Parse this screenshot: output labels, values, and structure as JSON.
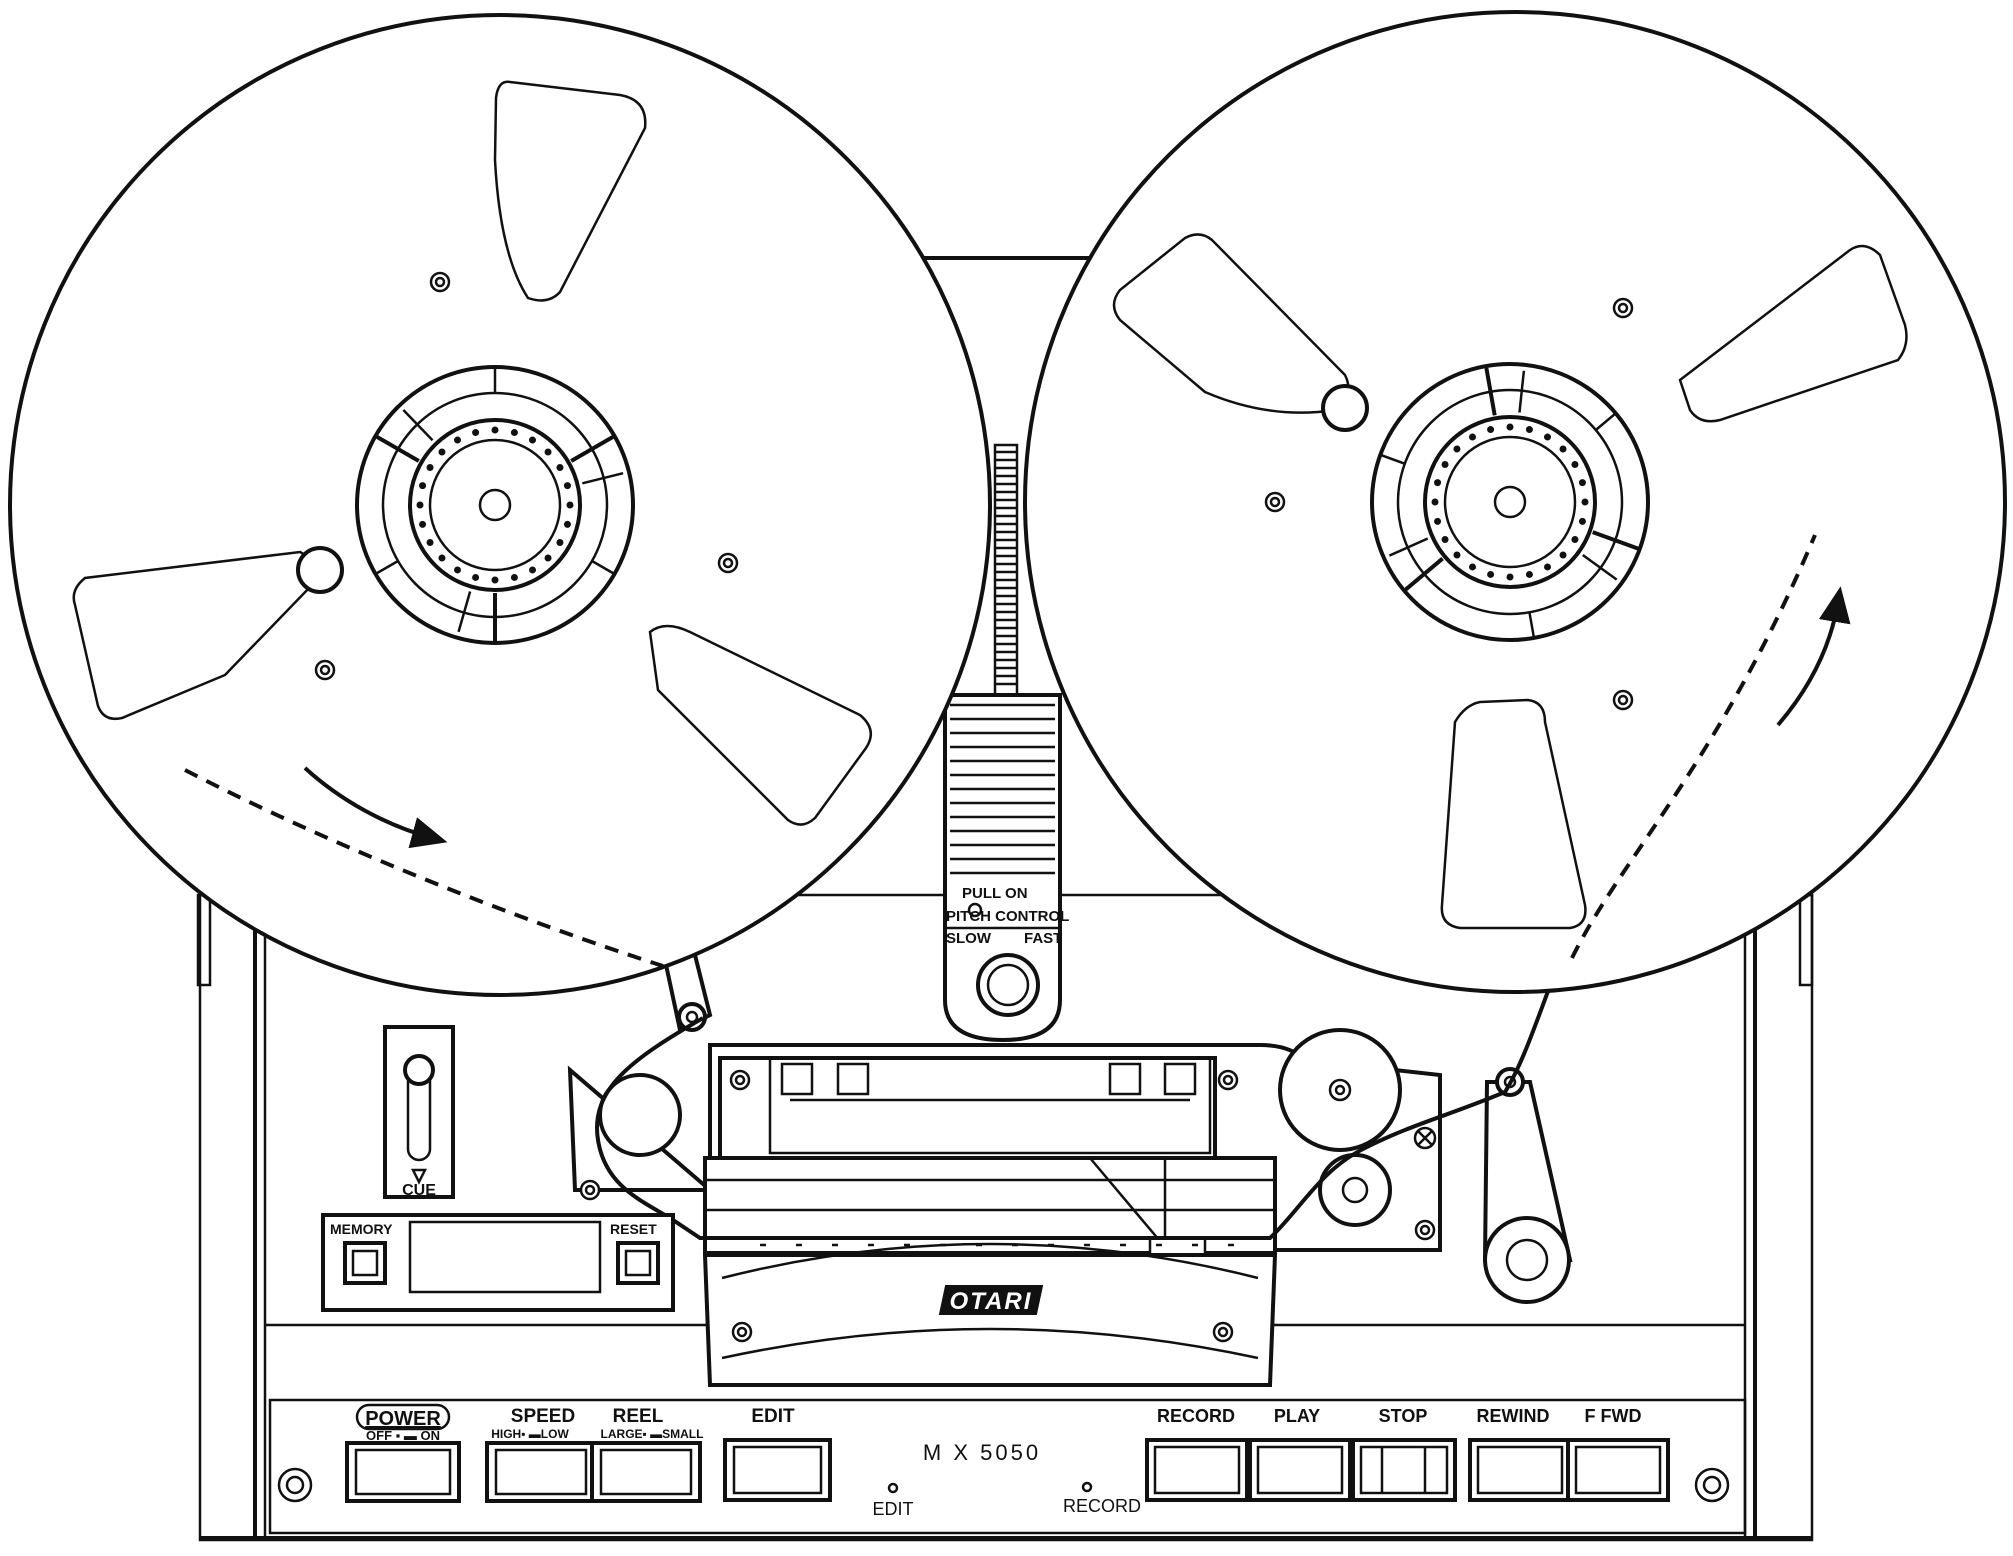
{
  "pitch": {
    "pull_on": "PULL ON",
    "label": "PITCH CONTROL",
    "slow": "SLOW",
    "fast": "FAST"
  },
  "cue": "CUE",
  "counter": {
    "memory": "MEMORY",
    "reset": "RESET"
  },
  "brand": "OTARI",
  "model": "M X 5050",
  "controls": {
    "power": {
      "label": "POWER",
      "sub": "OFF ▪ ▬ ON"
    },
    "speed": {
      "label": "SPEED",
      "sub": "HIGH▪ ▬LOW"
    },
    "reel": {
      "label": "REEL",
      "sub": "LARGE▪ ▬SMALL"
    },
    "edit": {
      "label": "EDIT"
    },
    "record": {
      "label": "RECORD"
    },
    "play": {
      "label": "PLAY"
    },
    "stop": {
      "label": "STOP"
    },
    "rewind": {
      "label": "REWIND"
    },
    "ffwd": {
      "label": "F FWD"
    }
  },
  "indicators": {
    "edit": "EDIT",
    "record": "RECORD"
  }
}
